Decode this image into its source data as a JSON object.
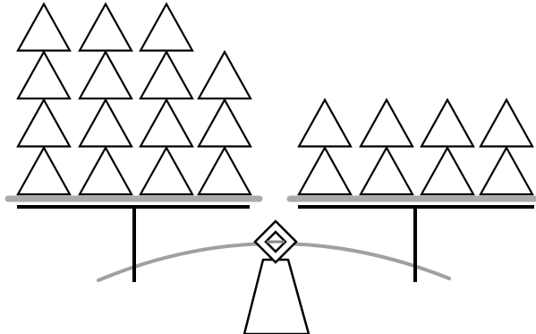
{
  "scale": {
    "left_pan": {
      "shape": "triangle",
      "columns": [
        4,
        4,
        4,
        3
      ]
    },
    "right_pan": {
      "shape": "triangle",
      "columns": [
        2,
        2,
        2,
        2
      ]
    }
  },
  "colors": {
    "stroke": "#000000",
    "shape_fill": "#ffffff",
    "pan_top": "#aaaaaa",
    "arc": "#a0a0a0",
    "background": "#ffffff"
  }
}
